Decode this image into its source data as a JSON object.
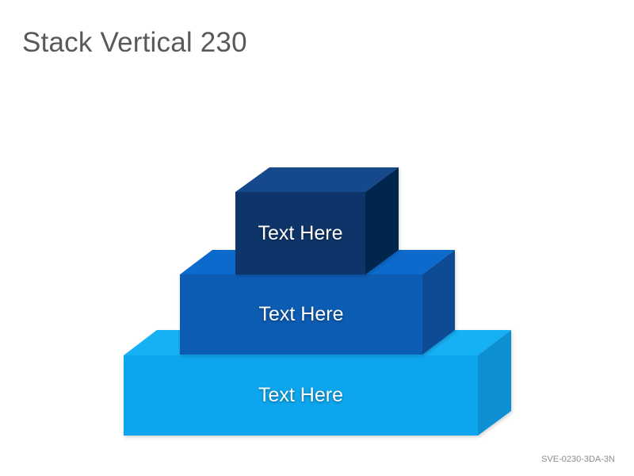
{
  "title": "Stack Vertical 230",
  "code": "SVE-0230-3DA-3N",
  "boxes": [
    {
      "level": "top",
      "label": "Text Here",
      "front": "#0b3569",
      "topface": "#154a8c",
      "side": "#06254d"
    },
    {
      "level": "middle",
      "label": "Text Here",
      "front": "#0a5cb3",
      "topface": "#0e6bcd",
      "side": "#084c95"
    },
    {
      "level": "bottom",
      "label": "Text Here",
      "front": "#0aa6ee",
      "topface": "#12b0f4",
      "side": "#0890d2"
    }
  ]
}
